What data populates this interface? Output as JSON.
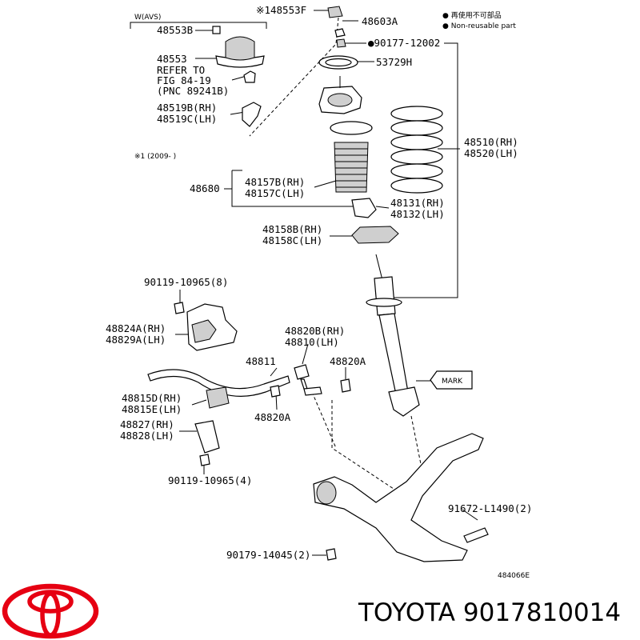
{
  "labels": {
    "w_avs": "W(AVS)",
    "p48553b": "48553B",
    "p48553": "48553",
    "refer_to": "REFER TO",
    "fig_ref": "FIG 84-19",
    "pnc_ref": "(PNC 89241B)",
    "p48519b": "48519B(RH)",
    "p48519c": "48519C(LH)",
    "note_2009": "※1 (2009-     )",
    "p48553f": "※148553F",
    "p48603a": "48603A",
    "p90177": "●90177-12002",
    "p53729h": "53729H",
    "p48510": "48510(RH)",
    "p48520": "48520(LH)",
    "p48680": "48680",
    "p48157b": "48157B(RH)",
    "p48157c": "48157C(LH)",
    "p48131": "48131(RH)",
    "p48132": "48132(LH)",
    "p48158b": "48158B(RH)",
    "p48158c": "48158C(LH)",
    "p90119_8": "90119-10965(8)",
    "p48824a": "48824A(RH)",
    "p48829a": "48829A(LH)",
    "p48820b": "48820B(RH)",
    "p48810": "48810(LH)",
    "p48811": "48811",
    "p48820a_r": "48820A",
    "p48820a_l": "48820A",
    "p48815d": "48815D(RH)",
    "p48815e": "48815E(LH)",
    "p48827": "48827(RH)",
    "p48828": "48828(LH)",
    "p90119_4": "90119-10965(4)",
    "p91672": "91672-L1490(2)",
    "p90179": "90179-14045(2)",
    "mark": "MARK",
    "fig_code": "484066E"
  },
  "legend": {
    "jp": "● 再使用不可部品",
    "en": "● Non-reusable part"
  },
  "brand": {
    "text": "TOYOTA 9017810014",
    "logo_color": "#e60012"
  }
}
